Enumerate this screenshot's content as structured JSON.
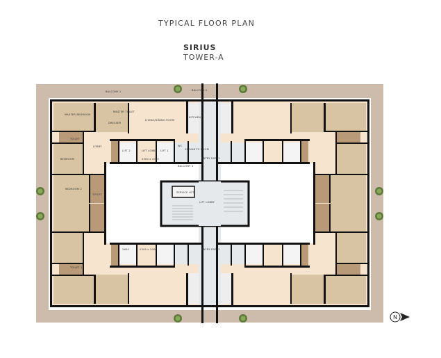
{
  "header": {
    "title": "TYPICAL FLOOR PLAN",
    "building": "SIRIUS",
    "tower": "TOWER-A"
  },
  "rooms": {
    "balcony1": "BALCONY 1",
    "balcony2": "BALCONY 2",
    "balcony3": "BALCONY 3",
    "master_bedroom": "MASTER BEDROOM",
    "master_toilet": "MASTER TOILET",
    "dresser": "DRESSER",
    "living": "LIVING/DINING ROOM",
    "kitchen": "KITCHEN",
    "toilet": "TOILET",
    "lobby": "LOBBY",
    "bedroom": "BEDROOM",
    "lift2": "LIFT 2",
    "lift_lobby": "LIFT LOBBY",
    "lift1": "LIFT 1",
    "wc": "WC",
    "servants_room": "SERVANT'S ROOM",
    "entry": "ENTRY",
    "bedroom2": "BEDROOM 2",
    "toilet2": "TOILET",
    "toilet1": "TOILET 1",
    "service_lift": "SERVICE LIFT",
    "core_lift_lobby": "LIFT LOBBY",
    "dim_lift": "0300 x 2000",
    "dim_lift_small": "2600"
  },
  "compass": {
    "label": "N"
  },
  "colors": {
    "terrace": "#cdbcab",
    "bedroom": "#d8c4a2",
    "living": "#f7e4cf",
    "core": "#e6e9ec",
    "wall": "#111111"
  }
}
